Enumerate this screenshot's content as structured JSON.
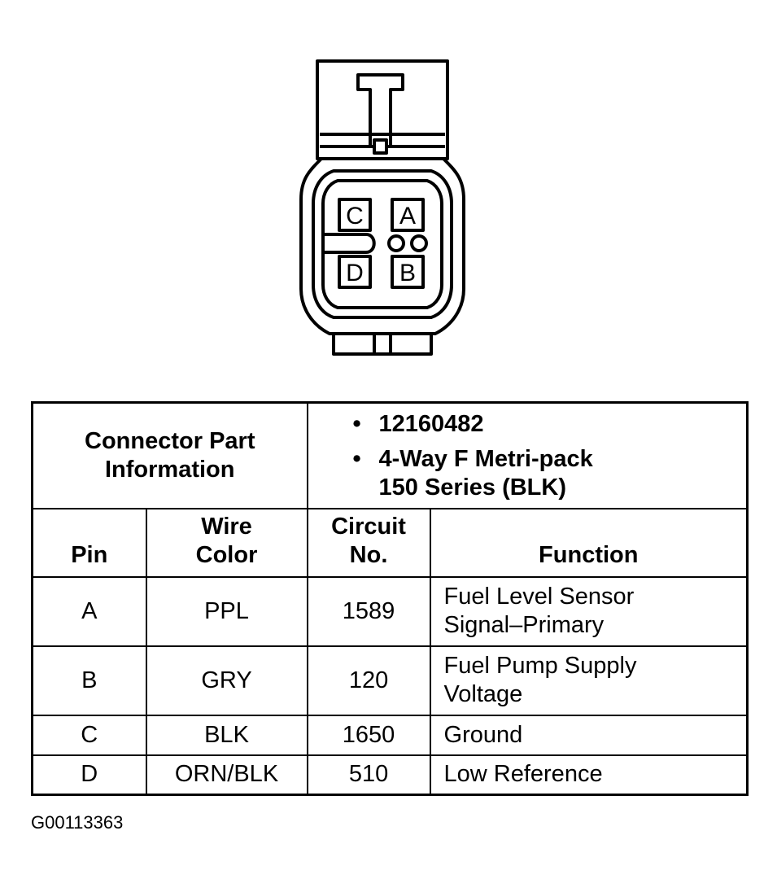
{
  "connector": {
    "pins": [
      "C",
      "A",
      "D",
      "B"
    ]
  },
  "table": {
    "part_info_label": "Connector Part Information",
    "part_numbers": [
      "12160482",
      "4-Way F Metri-pack",
      "150 Series (BLK)"
    ],
    "headers": {
      "pin": "Pin",
      "wire_color_line1": "Wire",
      "wire_color_line2": "Color",
      "circuit_line1": "Circuit",
      "circuit_line2": "No.",
      "function": "Function"
    },
    "rows": [
      {
        "pin": "A",
        "color": "PPL",
        "circuit": "1589",
        "function_line1": "Fuel Level Sensor",
        "function_line2": "Signal–Primary"
      },
      {
        "pin": "B",
        "color": "GRY",
        "circuit": "120",
        "function_line1": "Fuel Pump Supply",
        "function_line2": "Voltage"
      },
      {
        "pin": "C",
        "color": "BLK",
        "circuit": "1650",
        "function_line1": "Ground",
        "function_line2": ""
      },
      {
        "pin": "D",
        "color": "ORN/BLK",
        "circuit": "510",
        "function_line1": "Low Reference",
        "function_line2": ""
      }
    ]
  },
  "figure_id": "G00113363"
}
